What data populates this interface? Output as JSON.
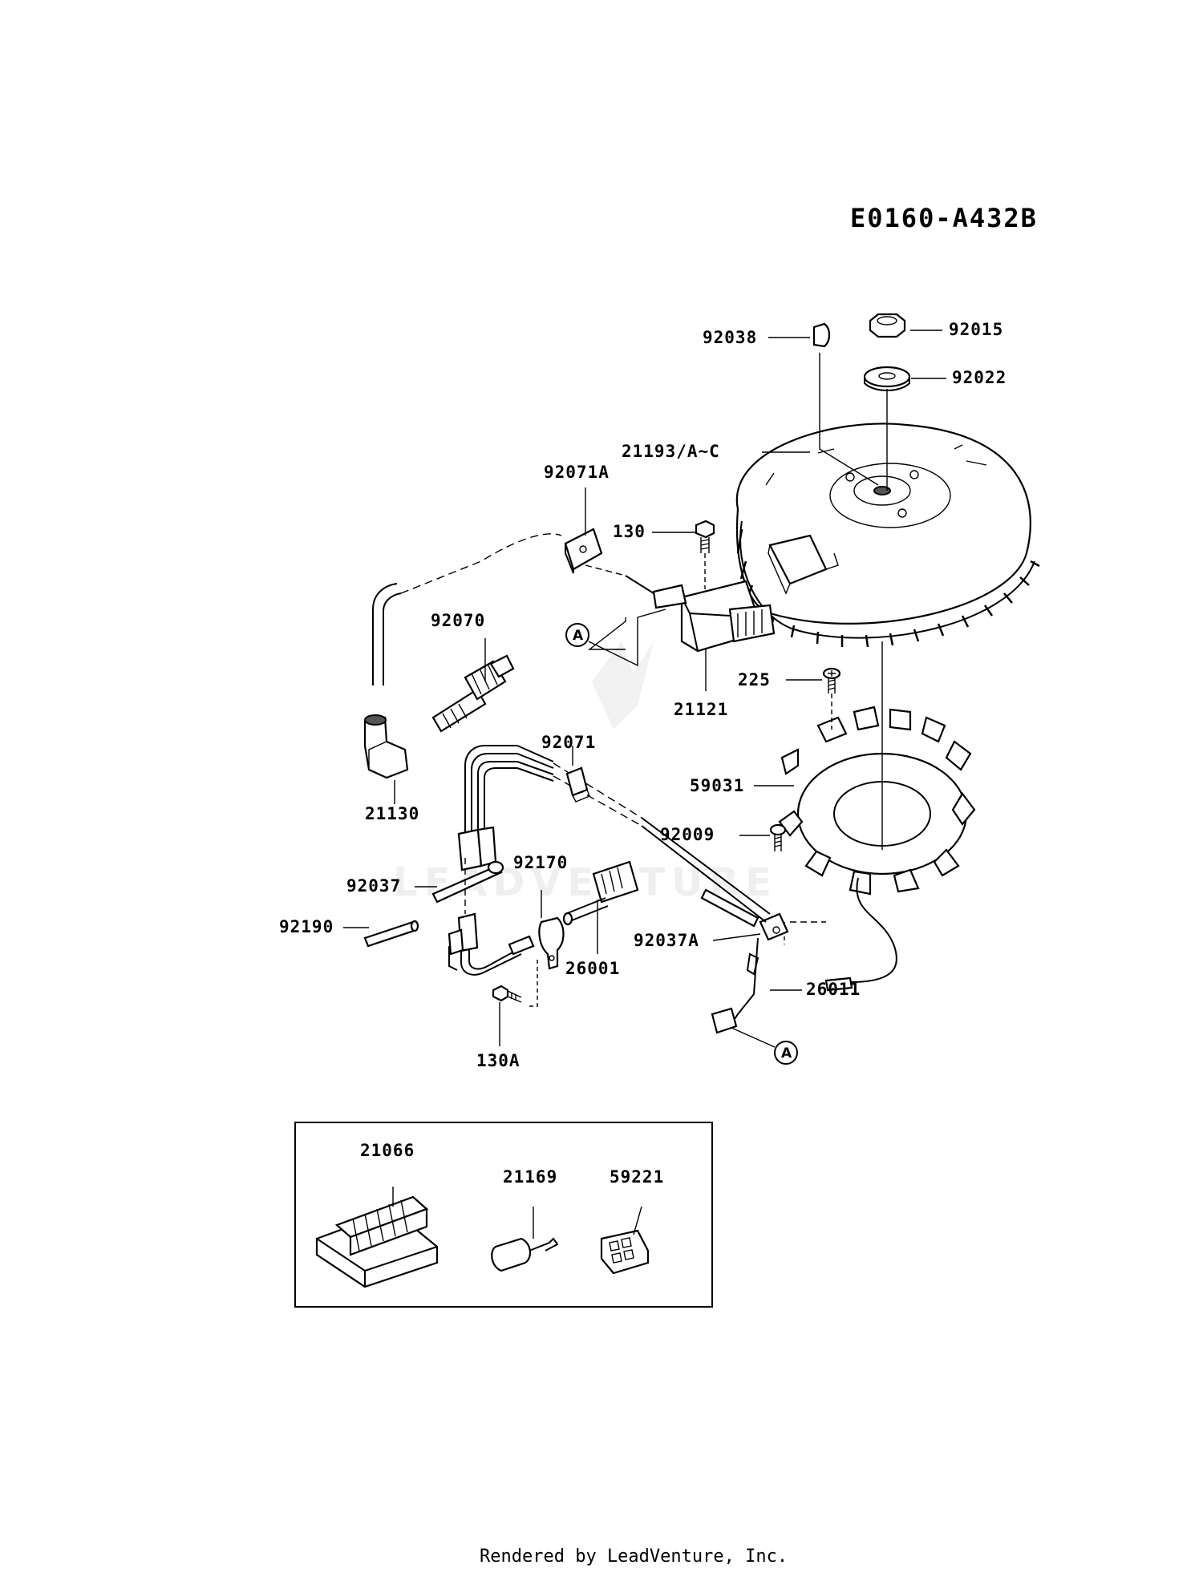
{
  "diagram_code": "E0160-A432B",
  "watermark": "LEADVENTURE",
  "footer": "Rendered by LeadVenture, Inc.",
  "callout_letter": "A",
  "parts": {
    "p92038": "92038",
    "p92015": "92015",
    "p92022": "92022",
    "p21193": "21193/A~C",
    "p92071A": "92071A",
    "p130": "130",
    "p92070": "92070",
    "p21121": "21121",
    "p225": "225",
    "p21130": "21130",
    "p92071": "92071",
    "p59031": "59031",
    "p92009": "92009",
    "p92170": "92170",
    "p92037": "92037",
    "p92190": "92190",
    "p92037A": "92037A",
    "p26001": "26001",
    "p26011": "26011",
    "p130A": "130A",
    "p21066": "21066",
    "p21169": "21169",
    "p59221": "59221"
  }
}
